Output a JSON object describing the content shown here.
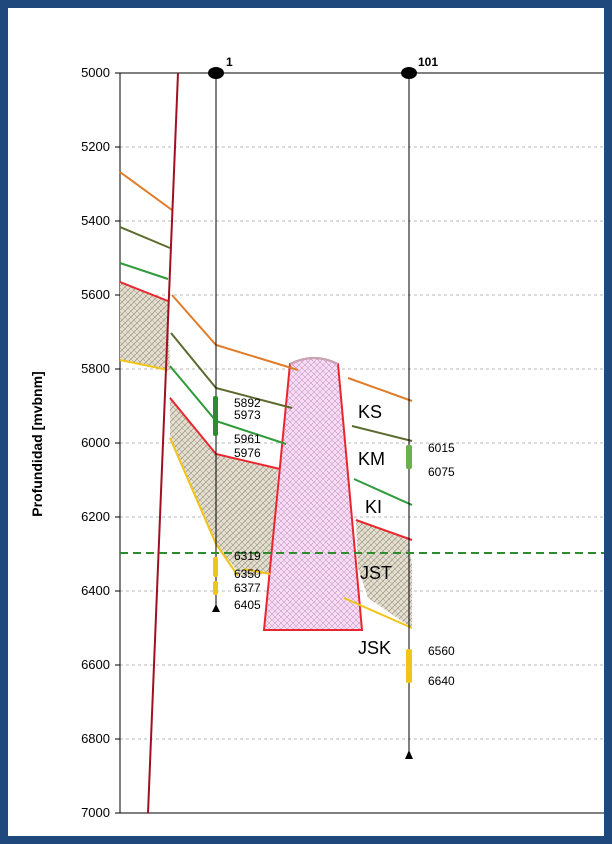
{
  "chart_data": {
    "type": "cross-section",
    "ylabel": "Profundidad [mvbnm]",
    "ylim": [
      5000,
      7000
    ],
    "y_ticks": [
      "5000",
      "5200",
      "5400",
      "5600",
      "5800",
      "6000",
      "6200",
      "6400",
      "6600",
      "6800",
      "7000"
    ],
    "wells": [
      {
        "name": "1",
        "td": 6405
      },
      {
        "name": "101",
        "td": 6840
      }
    ],
    "formations": [
      "KS",
      "KM",
      "KI",
      "JST",
      "JSK"
    ],
    "formation_labels": {
      "KS": "KS",
      "KM": "KM",
      "KI": "KI",
      "JST": "JST",
      "JSK": "JSK"
    },
    "well1_depth_labels": [
      "5892",
      "5973",
      "5961",
      "5976",
      "6319",
      "6350",
      "6377",
      "6405"
    ],
    "well101_depth_labels": [
      "6015",
      "6075",
      "6560",
      "6640"
    ],
    "reference_depth": 6300,
    "colors": {
      "KS_top": "#e07b28",
      "KM_top": "#5a6b2e",
      "KI_top": "#2e9a3a",
      "JST_top": "#e8262e",
      "JSK_top": "#f0c419",
      "fault": "#a01020",
      "reference_line": "#2e8b2e",
      "salt_fill": "#f2d2ee",
      "hatch_fill": "#ddd8c8",
      "frame": "#1f497d"
    }
  }
}
